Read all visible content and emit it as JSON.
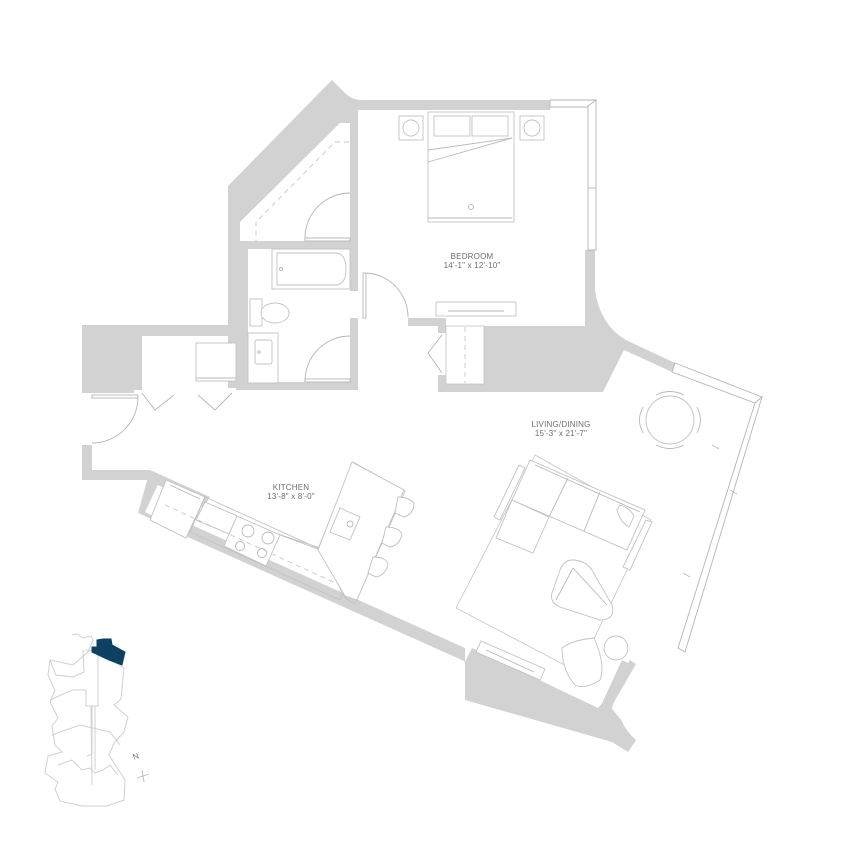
{
  "rooms": {
    "bedroom": {
      "name": "BEDROOM",
      "dimensions": "14'-1\" x 12'-10\""
    },
    "living_dining": {
      "name": "LIVING/DINING",
      "dimensions": "15'-3\" x 21'-7\""
    },
    "kitchen": {
      "name": "KITCHEN",
      "dimensions": "13'-8\" x 8'-0\""
    }
  },
  "key_plan": {
    "highlight_color": "#0d4161",
    "outline_color": "#d0d0d0",
    "north_label": "N"
  },
  "colors": {
    "wall": "#d2d2d2",
    "line": "#b9b9b9",
    "text": "#6d6d6d"
  }
}
